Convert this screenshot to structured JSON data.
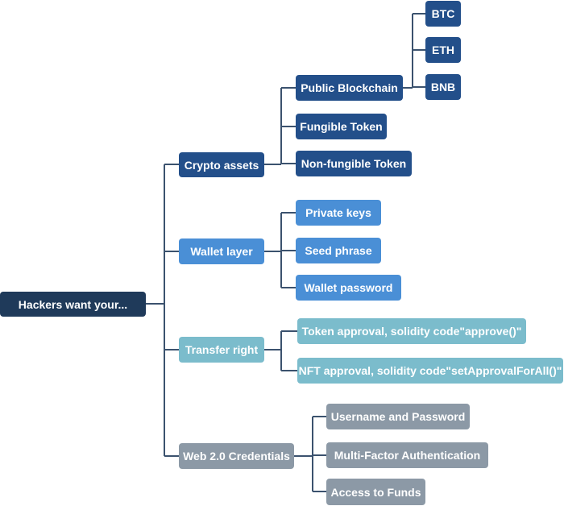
{
  "colors": {
    "line": "#3b526e",
    "root": "#1f3a5a",
    "crypto": "#234f8a",
    "wallet": "#4a8fd6",
    "transfer": "#7bbccc",
    "credentials": "#8c99a6"
  },
  "root": {
    "label": "Hackers want your..."
  },
  "crypto": {
    "label": "Crypto assets",
    "public_blockchain": "Public Blockchain",
    "fungible_token": "Fungible Token",
    "non_fungible_token": "Non-fungible Token",
    "chains": [
      "BTC",
      "ETH",
      "BNB"
    ]
  },
  "wallet": {
    "label": "Wallet layer",
    "items": [
      "Private keys",
      "Seed phrase",
      "Wallet password"
    ]
  },
  "transfer": {
    "label": "Transfer right",
    "items": [
      "Token approval, solidity code\"approve()\"",
      "NFT approval, solidity code\"setApprovalForAll()\""
    ]
  },
  "credentials": {
    "label": "Web 2.0 Credentials",
    "items": [
      "Username and Password",
      "Multi-Factor Authentication",
      "Access to Funds"
    ]
  }
}
